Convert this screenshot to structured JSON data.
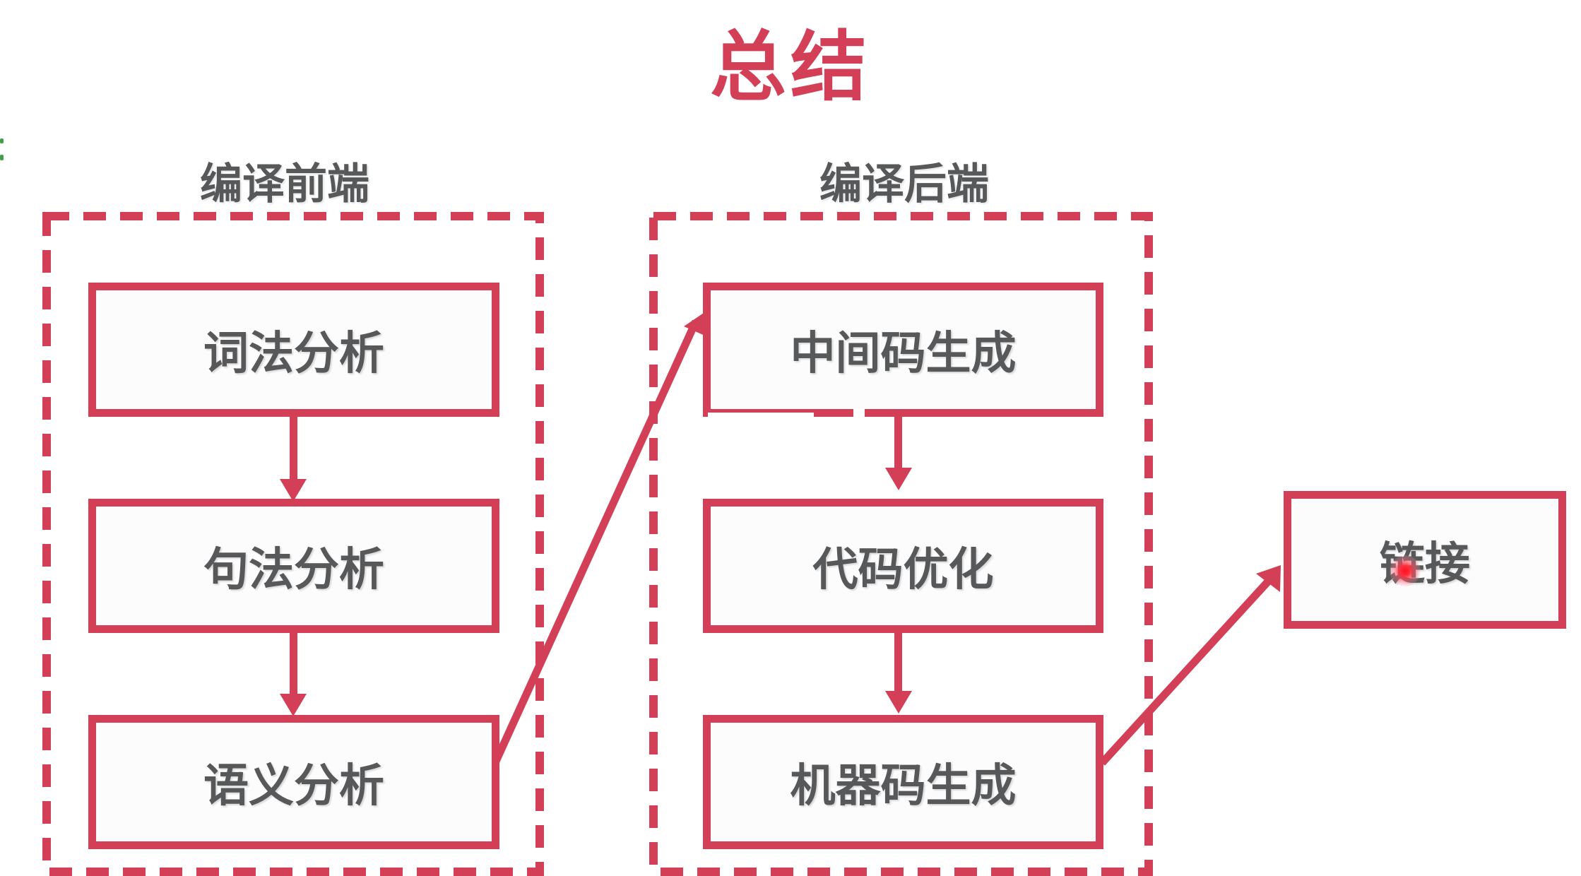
{
  "title": "总结",
  "frontend": {
    "label": "编译前端",
    "boxes": [
      {
        "label": "词法分析"
      },
      {
        "label": "句法分析"
      },
      {
        "label": "语义分析"
      }
    ]
  },
  "backend": {
    "label": "编译后端",
    "boxes": [
      {
        "label": "中间码生成"
      },
      {
        "label": "代码优化"
      },
      {
        "label": "机器码生成"
      }
    ]
  },
  "link": {
    "label": "链接"
  },
  "colors": {
    "accent_red": "#d23f57",
    "text_gray": "#57585a",
    "laser_red": "#ff0f1e",
    "edge_artifact_green": "#44a048",
    "background": "#ffffff"
  },
  "icons": {
    "arrow_down": "flow arrow top-to-bottom",
    "arrow_diagonal": "flow arrow lower-left to upper-right"
  }
}
